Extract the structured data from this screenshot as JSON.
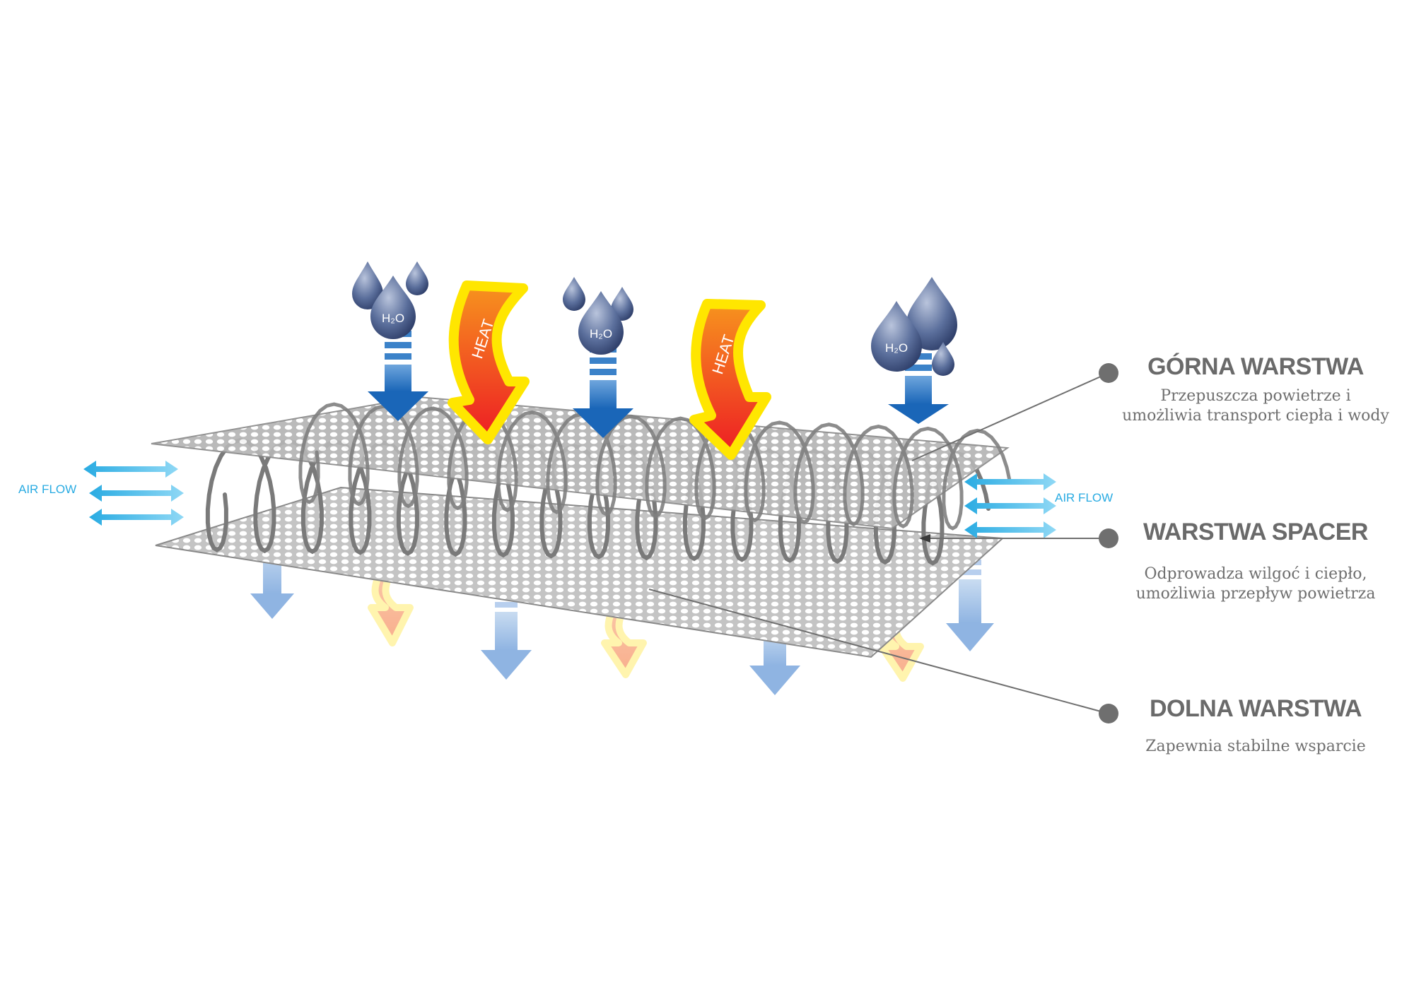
{
  "airflow_label": "AIR FLOW",
  "heat_label": "HEAT",
  "water_label": "H2O",
  "callouts": [
    {
      "title": "GÓRNA WARSTWA",
      "desc_lines": [
        "Przepuszcza powietrze i",
        "umożliwia transport ciepła i wody"
      ]
    },
    {
      "title": "WARSTWA SPACER",
      "desc_lines": [
        "Odprowadza wilgoć i ciepło,",
        "umożliwia przepływ powietrza"
      ]
    },
    {
      "title": "DOLNA WARSTWA",
      "desc_lines": [
        "Zapewnia stabilne wsparcie"
      ]
    }
  ],
  "colors": {
    "water_blue": "#1f6fbf",
    "water_light": "#9dc0e6",
    "heat_orange": "#f15a24",
    "heat_glow": "#ffe600",
    "airflow_cyan": "#29abe2",
    "mesh_grey": "#bdbdbd",
    "spring_grey": "#7a7a7a",
    "label_grey": "#6a6a6a"
  }
}
